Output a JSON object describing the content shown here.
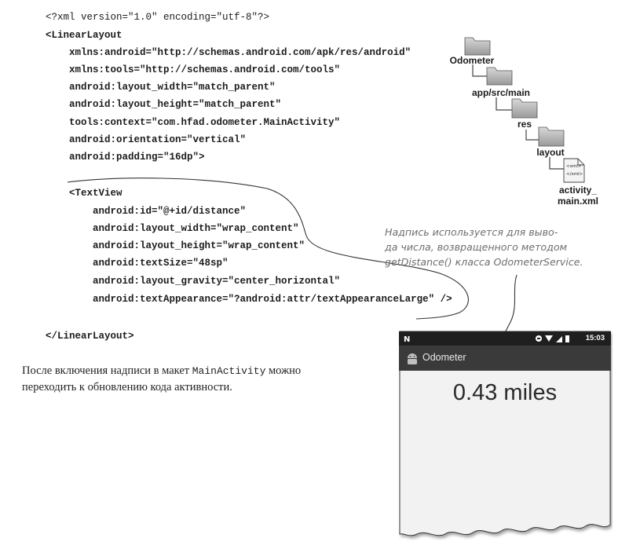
{
  "code": {
    "line1": "<?xml version=\"1.0\" encoding=\"utf-8\"?>",
    "line2": "<LinearLayout",
    "line3": "xmlns:android=\"http://schemas.android.com/apk/res/android\"",
    "line4": "xmlns:tools=\"http://schemas.android.com/tools\"",
    "line5": "android:layout_width=\"match_parent\"",
    "line6": "android:layout_height=\"match_parent\"",
    "line7": "tools:context=\"com.hfad.odometer.MainActivity\"",
    "line8": "android:orientation=\"vertical\"",
    "line9": "android:padding=\"16dp\">",
    "line10": "<TextView",
    "line11": "android:id=\"@+id/distance\"",
    "line12": "android:layout_width=\"wrap_content\"",
    "line13": "android:layout_height=\"wrap_content\"",
    "line14": "android:textSize=\"48sp\"",
    "line15": "android:layout_gravity=\"center_horizontal\"",
    "line16": "android:textAppearance=\"?android:attr/textAppearanceLarge\" />",
    "line17": "</LinearLayout>"
  },
  "tree": {
    "odometer": "Odometer",
    "app_src_main": "app/src/main",
    "res": "res",
    "layout": "layout",
    "file_line1": "activity_",
    "file_line2": "main.xml",
    "file_icon_text1": "<xml>",
    "file_icon_text2": "</xml>"
  },
  "note": {
    "line1": "Надпись используется для выво-",
    "line2": "да числа, возвращенного методом",
    "line3": "getDistance() класса OdometerService."
  },
  "body": {
    "part1": "После включения надписи в макет ",
    "mono": "MainActivity",
    "part2": " можно переходить к обновлению кода активности."
  },
  "phone": {
    "time": "15:03",
    "app_title": "Odometer",
    "distance_text": "0.43 miles"
  },
  "colors": {
    "status_bar": "#1f1f1f",
    "app_bar": "#3a3a3a",
    "screen_bg": "#f2f2f2",
    "note_text": "#6e6e6e"
  }
}
